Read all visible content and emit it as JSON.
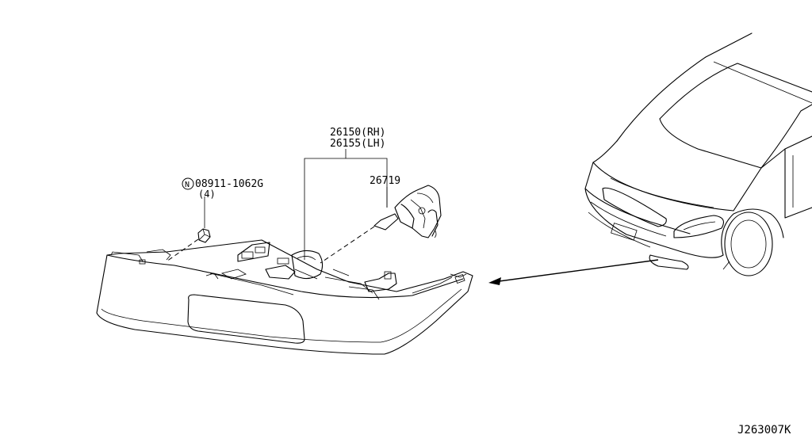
{
  "labels": {
    "bulb_assembly_rh": "26150(RH)",
    "bulb_assembly_lh": "26155(LH)",
    "bulb": "26719",
    "nut_part": "08911-1062G",
    "nut_marker": "N",
    "nut_qty": "(4)",
    "diagram_code": "J263007K"
  }
}
